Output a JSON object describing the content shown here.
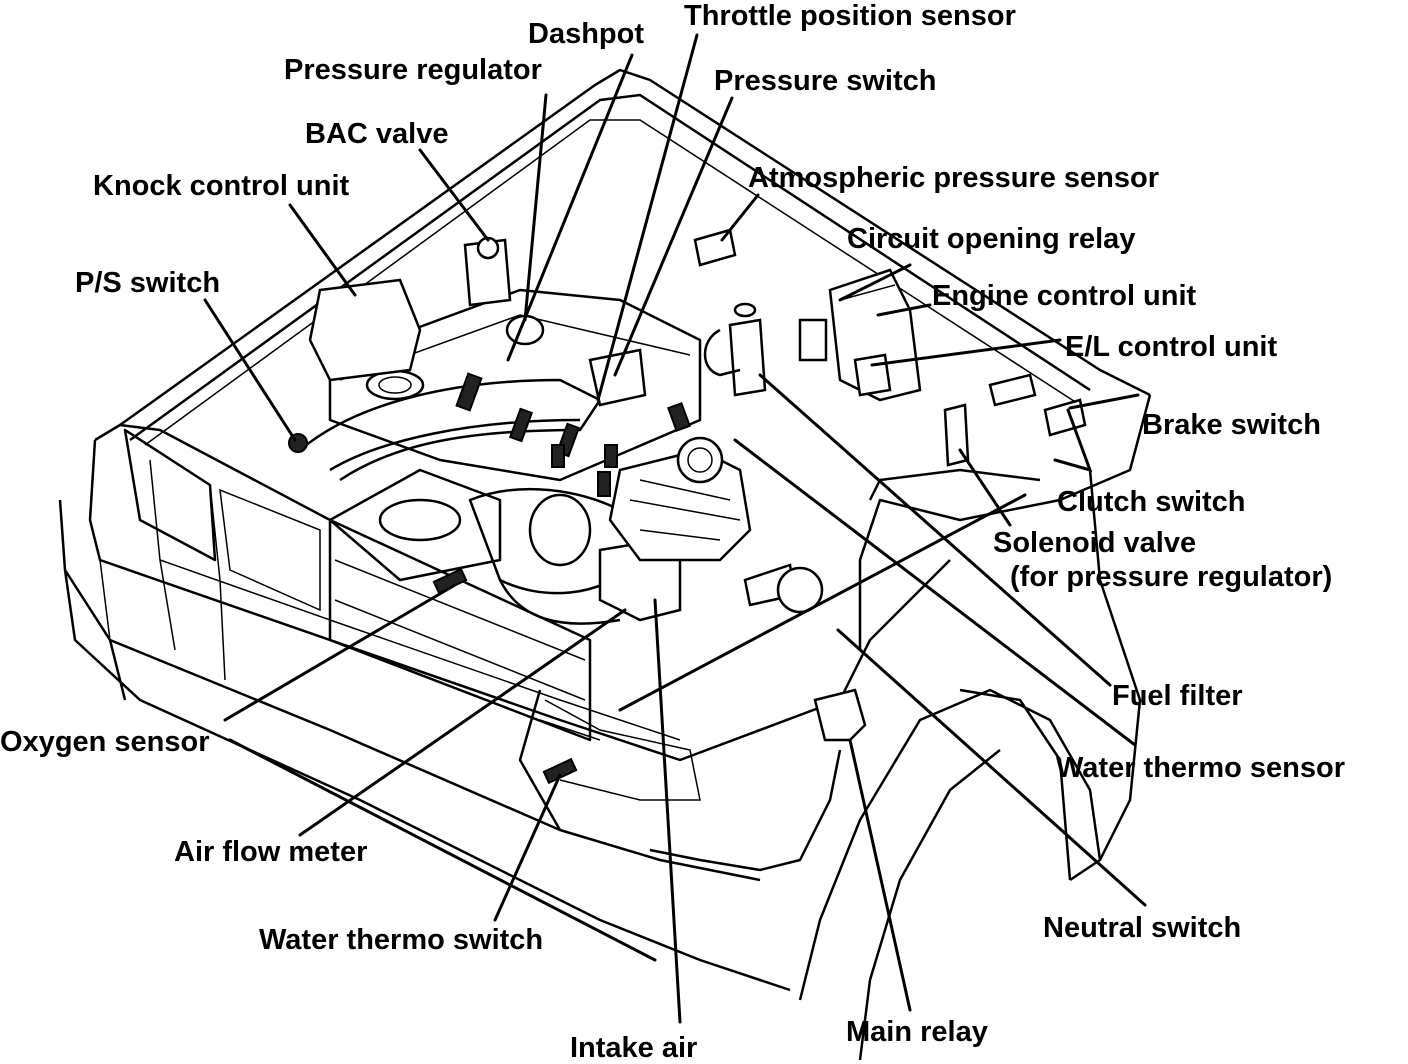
{
  "labels": {
    "throttle_position_sensor": "Throttle position sensor",
    "dashpot": "Dashpot",
    "pressure_regulator": "Pressure regulator",
    "pressure_switch": "Pressure switch",
    "bac_valve": "BAC valve",
    "knock_control_unit": "Knock control unit",
    "atmospheric_pressure_sensor": "Atmospheric pressure sensor",
    "circuit_opening_relay": "Circuit opening relay",
    "ps_switch": "P/S switch",
    "engine_control_unit": "Engine control unit",
    "el_control_unit": "E/L control unit",
    "brake_switch": "Brake switch",
    "clutch_switch": "Clutch switch",
    "solenoid_valve_line1": "Solenoid valve",
    "solenoid_valve_line2": "(for pressure regulator)",
    "fuel_filter": "Fuel filter",
    "oxygen_sensor": "Oxygen sensor",
    "water_thermo_sensor": "Water thermo sensor",
    "air_flow_meter": "Air flow meter",
    "neutral_switch": "Neutral switch",
    "water_thermo_switch": "Water thermo switch",
    "main_relay": "Main relay",
    "intake_air": "Intake air"
  }
}
